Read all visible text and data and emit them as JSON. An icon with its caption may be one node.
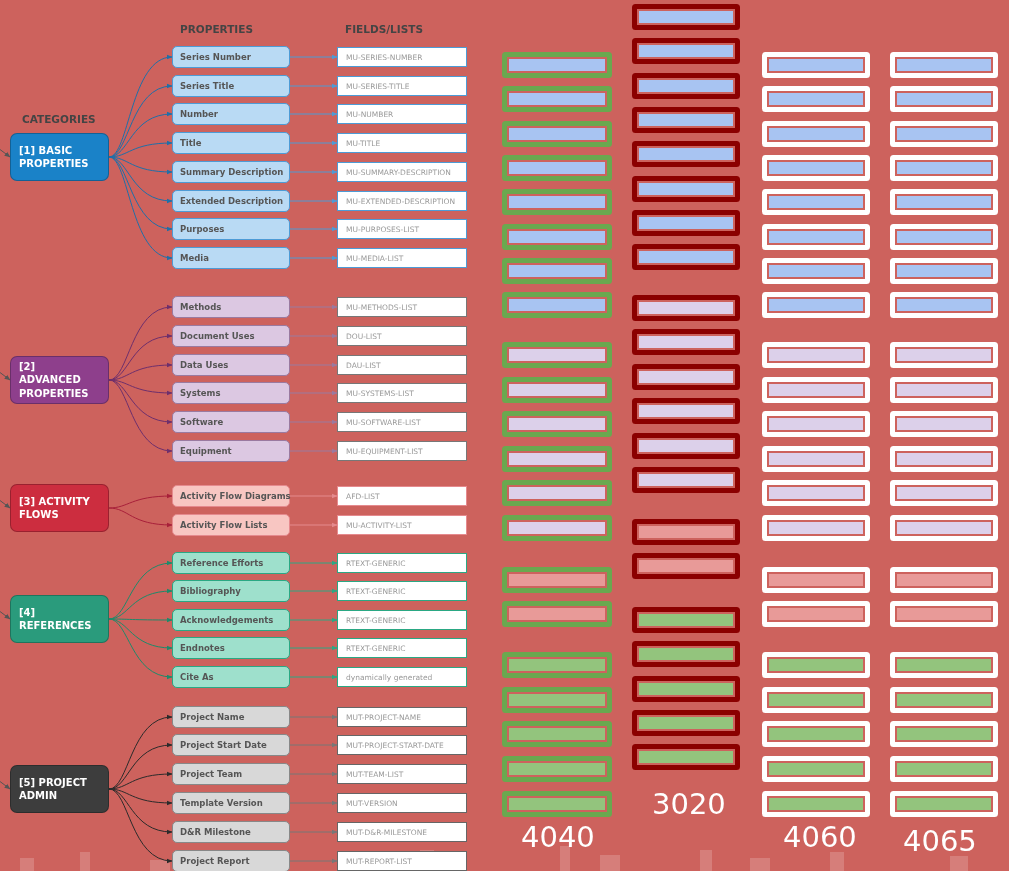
{
  "diagram": {
    "nodes": [
      {
        "text": [
          "[1] BASIC PROPERTIES"
        ]
      },
      {
        "text": [
          "Series Number"
        ]
      },
      {
        "text": [
          "MU-SERIES-NUMBER"
        ]
      },
      {
        "text": [
          "Series Title"
        ]
      },
      {
        "text": [
          "MU-SERIES-TITLE"
        ]
      },
      {
        "text": [
          "Number"
        ]
      },
      {
        "text": [
          "MU-NUMBER"
        ]
      },
      {
        "text": [
          "Title"
        ]
      },
      {
        "text": [
          "MU-TITLE"
        ]
      },
      {
        "text": [
          "Summary Description"
        ]
      },
      {
        "text": [
          "MU-SUMMARY-DESCRIPTION"
        ]
      },
      {
        "text": [
          "Extended Description"
        ]
      },
      {
        "text": [
          "MU-EXTENDED-DESCRIPTION"
        ]
      },
      {
        "text": [
          "Purposes"
        ]
      },
      {
        "text": [
          "MU-PURPOSES-LIST"
        ]
      },
      {
        "text": [
          "Media"
        ]
      },
      {
        "text": [
          "MU-MEDIA-LIST"
        ]
      },
      {
        "text": [
          "[2] ADVANCED PROPERTIES"
        ]
      },
      {
        "text": [
          "Methods"
        ]
      },
      {
        "text": [
          "MU-METHODS-LIST"
        ]
      },
      {
        "text": [
          "Document Uses"
        ]
      },
      {
        "text": [
          "DOU-LIST"
        ]
      },
      {
        "text": [
          "Data Uses"
        ]
      },
      {
        "text": [
          "DAU-LIST"
        ]
      },
      {
        "text": [
          "Systems"
        ]
      },
      {
        "text": [
          "MU-SYSTEMS-LIST"
        ]
      },
      {
        "text": [
          "Software"
        ]
      },
      {
        "text": [
          "MU-SOFTWARE-LIST"
        ]
      },
      {
        "text": [
          "Equipment"
        ]
      },
      {
        "text": [
          "MU-EQUIPMENT-LIST"
        ]
      },
      {
        "text": [
          "[3] ACTIVITY FLOWS"
        ]
      },
      {
        "text": [
          "Activity Flow Diagrams"
        ]
      },
      {
        "text": [
          "AFD-LIST"
        ]
      },
      {
        "text": [
          "Activity Flow Lists"
        ]
      },
      {
        "text": [
          "MU-ACTIVITY-LIST"
        ]
      },
      {
        "text": [
          "[4] REFERENCES"
        ]
      },
      {
        "text": [
          "Reference Efforts"
        ]
      },
      {
        "text": [
          "RTEXT-GENERIC"
        ]
      },
      {
        "text": [
          "Bibliography"
        ]
      },
      {
        "text": [
          "RTEXT-GENERIC"
        ]
      },
      {
        "text": [
          "Acknowledgements"
        ]
      },
      {
        "text": [
          "RTEXT-GENERIC"
        ]
      },
      {
        "text": [
          "Endnotes"
        ]
      },
      {
        "text": [
          "RTEXT-GENERIC"
        ]
      },
      {
        "text": [
          "Cite As"
        ]
      },
      {
        "text": [
          "dynamically generated"
        ]
      },
      {
        "text": [
          "[5] PROJECT ADMIN"
        ]
      },
      {
        "text": [
          "Project Name"
        ]
      },
      {
        "text": [
          "MUT-PROJECT-NAME"
        ]
      },
      {
        "text": [
          "Project Start Date"
        ]
      },
      {
        "text": [
          "MUT-PROJECT-START-DATE"
        ]
      },
      {
        "text": [
          "Project Team"
        ]
      },
      {
        "text": [
          "MUT-TEAM-LIST"
        ]
      },
      {
        "text": [
          "Template Version"
        ]
      },
      {
        "text": [
          "MUT-VERSION"
        ]
      },
      {
        "text": [
          "D&R Milestone"
        ]
      },
      {
        "text": [
          "MUT-D&R-MILESTONE"
        ]
      },
      {
        "text": [
          "Project Report"
        ]
      },
      {
        "text": [
          "MUT-REPORT-LIST"
        ]
      }
    ],
    "edges": [
      {
        "from": null,
        "to": 0,
        "arrow": "to",
        "color": "#555555"
      },
      {
        "from": null,
        "to": 17,
        "arrow": "to",
        "color": "#555555"
      },
      {
        "from": null,
        "to": 30,
        "arrow": "to",
        "color": "#555555"
      },
      {
        "from": null,
        "to": 35,
        "arrow": "to",
        "color": "#555555"
      },
      {
        "from": null,
        "to": 46,
        "arrow": "to",
        "color": "#555555"
      },
      {
        "from": 0,
        "to": 1,
        "arrow": "to",
        "color": "#1f6fa8"
      },
      {
        "from": 1,
        "to": 2,
        "arrow": "to",
        "color": "#4d9bd6"
      },
      {
        "from": 0,
        "to": 3,
        "arrow": "to",
        "color": "#1f6fa8"
      },
      {
        "from": 3,
        "to": 4,
        "arrow": "to",
        "color": "#4d9bd6"
      },
      {
        "from": 0,
        "to": 5,
        "arrow": "to",
        "color": "#1f6fa8"
      },
      {
        "from": 5,
        "to": 6,
        "arrow": "to",
        "color": "#4d9bd6"
      },
      {
        "from": 0,
        "to": 7,
        "arrow": "to",
        "color": "#1f6fa8"
      },
      {
        "from": 7,
        "to": 8,
        "arrow": "to",
        "color": "#4d9bd6"
      },
      {
        "from": 0,
        "to": 9,
        "arrow": "to",
        "color": "#1f6fa8"
      },
      {
        "from": 9,
        "to": 10,
        "arrow": "to",
        "color": "#4d9bd6"
      },
      {
        "from": 0,
        "to": 11,
        "arrow": "to",
        "color": "#1f6fa8"
      },
      {
        "from": 11,
        "to": 12,
        "arrow": "to",
        "color": "#4d9bd6"
      },
      {
        "from": 0,
        "to": 13,
        "arrow": "to",
        "color": "#1f6fa8"
      },
      {
        "from": 13,
        "to": 14,
        "arrow": "to",
        "color": "#4d9bd6"
      },
      {
        "from": 0,
        "to": 15,
        "arrow": "to",
        "color": "#1f6fa8"
      },
      {
        "from": 15,
        "to": 16,
        "arrow": "to",
        "color": "#4d9bd6"
      },
      {
        "from": 17,
        "to": 18,
        "arrow": "to",
        "color": "#6e2f6c"
      },
      {
        "from": 18,
        "to": 19,
        "arrow": "to",
        "color": "#9a7aa0"
      },
      {
        "from": 17,
        "to": 20,
        "arrow": "to",
        "color": "#6e2f6c"
      },
      {
        "from": 20,
        "to": 21,
        "arrow": "to",
        "color": "#9a7aa0"
      },
      {
        "from": 17,
        "to": 22,
        "arrow": "to",
        "color": "#6e2f6c"
      },
      {
        "from": 22,
        "to": 23,
        "arrow": "to",
        "color": "#9a7aa0"
      },
      {
        "from": 17,
        "to": 24,
        "arrow": "to",
        "color": "#6e2f6c"
      },
      {
        "from": 24,
        "to": 25,
        "arrow": "to",
        "color": "#9a7aa0"
      },
      {
        "from": 17,
        "to": 26,
        "arrow": "to",
        "color": "#6e2f6c"
      },
      {
        "from": 26,
        "to": 27,
        "arrow": "to",
        "color": "#9a7aa0"
      },
      {
        "from": 17,
        "to": 28,
        "arrow": "to",
        "color": "#6e2f6c"
      },
      {
        "from": 28,
        "to": 29,
        "arrow": "to",
        "color": "#9a7aa0"
      },
      {
        "from": 30,
        "to": 31,
        "arrow": "to",
        "color": "#a8203a"
      },
      {
        "from": 31,
        "to": 32,
        "arrow": "to",
        "color": "#e58a8e"
      },
      {
        "from": 30,
        "to": 33,
        "arrow": "to",
        "color": "#a8203a"
      },
      {
        "from": 33,
        "to": 34,
        "arrow": "to",
        "color": "#e58a8e"
      },
      {
        "from": 35,
        "to": 36,
        "arrow": "to",
        "color": "#1e8a6a"
      },
      {
        "from": 36,
        "to": 37,
        "arrow": "to",
        "color": "#2aa884"
      },
      {
        "from": 35,
        "to": 38,
        "arrow": "to",
        "color": "#1e8a6a"
      },
      {
        "from": 38,
        "to": 39,
        "arrow": "to",
        "color": "#2aa884"
      },
      {
        "from": 35,
        "to": 40,
        "arrow": "to",
        "color": "#1e8a6a"
      },
      {
        "from": 40,
        "to": 41,
        "arrow": "to",
        "color": "#2aa884"
      },
      {
        "from": 35,
        "to": 42,
        "arrow": "to",
        "color": "#1e8a6a"
      },
      {
        "from": 42,
        "to": 43,
        "arrow": "to",
        "color": "#2aa884"
      },
      {
        "from": 35,
        "to": 44,
        "arrow": "to",
        "color": "#1e8a6a"
      },
      {
        "from": 44,
        "to": 45,
        "arrow": "to",
        "color": "#2aa884"
      },
      {
        "from": 46,
        "to": 47,
        "arrow": "to",
        "color": "#2b2b2b"
      },
      {
        "from": 47,
        "to": 48,
        "arrow": "to",
        "color": "#777777"
      },
      {
        "from": 46,
        "to": 49,
        "arrow": "to",
        "color": "#2b2b2b"
      },
      {
        "from": 49,
        "to": 50,
        "arrow": "to",
        "color": "#777777"
      },
      {
        "from": 46,
        "to": 51,
        "arrow": "to",
        "color": "#2b2b2b"
      },
      {
        "from": 51,
        "to": 52,
        "arrow": "to",
        "color": "#777777"
      },
      {
        "from": 46,
        "to": 53,
        "arrow": "to",
        "color": "#2b2b2b"
      },
      {
        "from": 53,
        "to": 54,
        "arrow": "to",
        "color": "#777777"
      },
      {
        "from": 46,
        "to": 55,
        "arrow": "to",
        "color": "#2b2b2b"
      },
      {
        "from": 55,
        "to": 56,
        "arrow": "to",
        "color": "#777777"
      },
      {
        "from": 46,
        "to": 57,
        "arrow": "to",
        "color": "#2b2b2b"
      },
      {
        "from": 57,
        "to": 58,
        "arrow": "to",
        "color": "#777777"
      }
    ],
    "labels": [
      "PROPERTIES",
      "FIELDS/LISTS",
      "CATEGORIES",
      "3020",
      "4040",
      "4060",
      "4065"
    ]
  }
}
